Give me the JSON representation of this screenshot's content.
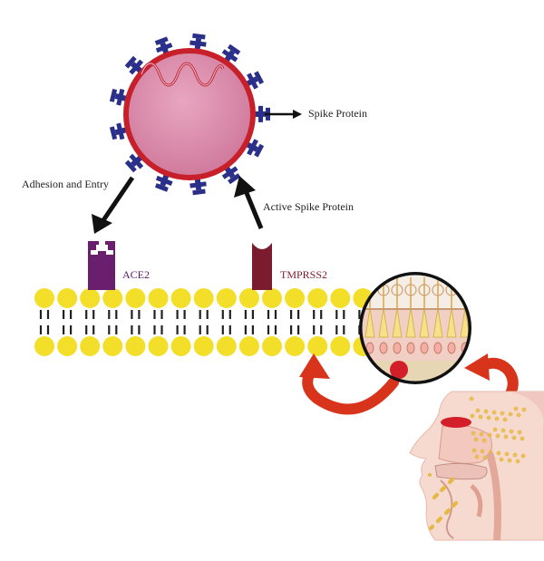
{
  "labels": {
    "spike_protein": "Spike Protein",
    "adhesion_entry": "Adhesion and Entry",
    "active_spike": "Active Spike Protein",
    "ace2": "ACE2",
    "tmprss2": "TMPRSS2"
  },
  "colors": {
    "virus_body": "#d98aa8",
    "virus_membrane": "#c8202a",
    "spike": "#2a2f8a",
    "rna": "#c02838",
    "ace2": "#6a1f6e",
    "tmprss2": "#7a1c2e",
    "lipid_head": "#f3df2a",
    "lipid_tail": "#222222",
    "curved_arrow": "#d8341c",
    "arrow": "#111111"
  },
  "icons": [
    "virus-icon",
    "cell-membrane-icon",
    "nasal-epithelium-inset-icon",
    "human-head-icon"
  ]
}
